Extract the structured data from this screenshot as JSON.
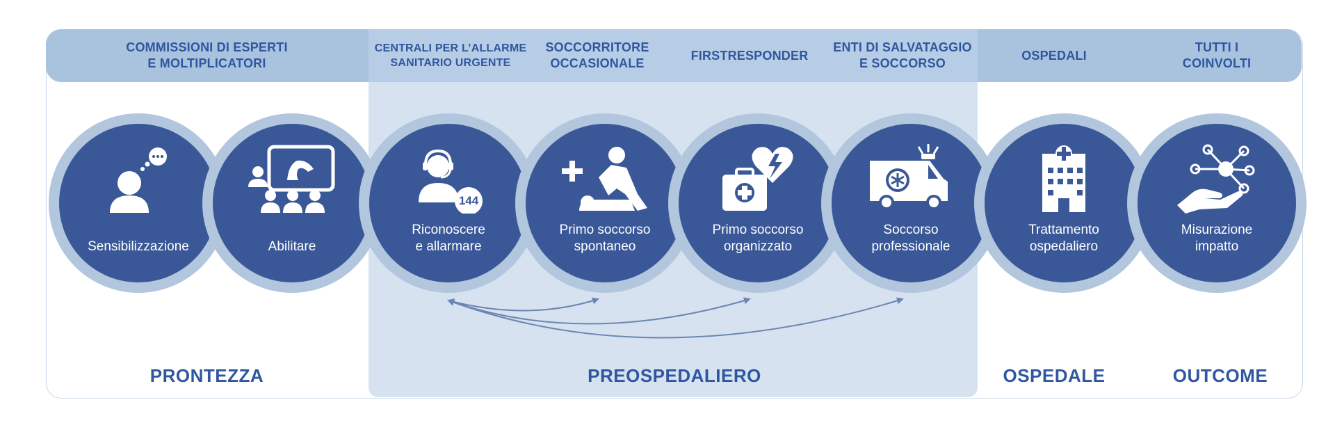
{
  "columns": [
    {
      "line1": "COMMISSIONI DI ESPERTI",
      "line2": "E MOLTIPLICATORI"
    },
    {
      "line1": "CENTRALI PER L’ALLARME",
      "line2": "SANITARIO URGENTE"
    },
    {
      "line1": "SOCCORRITORE",
      "line2": "OCCASIONALE"
    },
    {
      "line1": "FIRSTRESPONDER",
      "line2": ""
    },
    {
      "line1": "ENTI DI SALVATAGGIO",
      "line2": "E SOCCORSO"
    },
    {
      "line1": "OSPEDALI",
      "line2": ""
    },
    {
      "line1": "TUTTI I",
      "line2": "COINVOLTI"
    }
  ],
  "steps": [
    {
      "line1": "Sensibilizzazione",
      "line2": "",
      "icon": "person-speech-icon"
    },
    {
      "line1": "Abilitare",
      "line2": "",
      "icon": "training-audience-icon"
    },
    {
      "line1": "Riconoscere",
      "line2": "e allarmare",
      "icon": "operator-headset-icon",
      "badge": "144"
    },
    {
      "line1": "Primo soccorso",
      "line2": "spontaneo",
      "icon": "cpr-icon"
    },
    {
      "line1": "Primo soccorso",
      "line2": "organizzato",
      "icon": "aed-heart-icon"
    },
    {
      "line1": "Soccorso",
      "line2": "professionale",
      "icon": "ambulance-icon"
    },
    {
      "line1": "Trattamento",
      "line2": "ospedaliero",
      "icon": "hospital-icon"
    },
    {
      "line1": "Misurazione",
      "line2": "impatto",
      "icon": "network-hand-icon"
    }
  ],
  "sections": {
    "prontezza": "PRONTEZZA",
    "preospedaliero": "PREOSPEDALIERO",
    "ospedale": "OSPEDALE",
    "outcome": "OUTCOME"
  },
  "colors": {
    "circle_fill": "#3a5898",
    "circle_ring": "#b2c6dd",
    "header_band": "#a9c3df",
    "preospedaliero_band": "#d6e2ef",
    "text_accent": "#2f56a0"
  }
}
